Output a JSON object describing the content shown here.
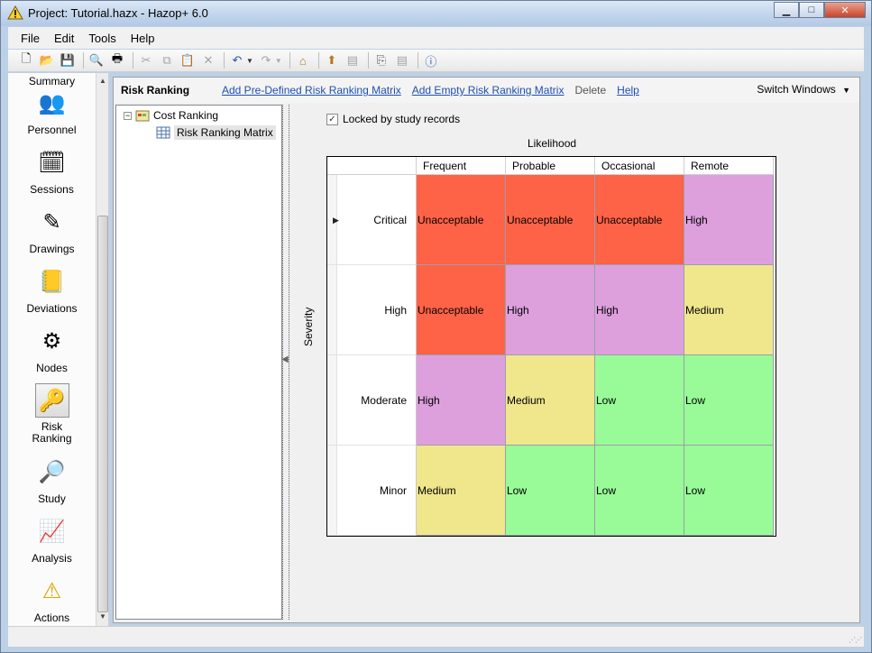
{
  "window": {
    "title": "Project: Tutorial.hazx - Hazop+ 6.0"
  },
  "menu": [
    "File",
    "Edit",
    "Tools",
    "Help"
  ],
  "toolbar": {
    "buttons": [
      "new-icon",
      "open-icon",
      "save-icon",
      "print-preview-icon",
      "print-icon",
      "cut-icon",
      "copy-icon",
      "paste-icon",
      "delete-icon",
      "undo-icon",
      "redo-icon",
      "import-icon",
      "export-icon",
      "export-disabled-icon",
      "report-icon",
      "report-disabled-icon",
      "help-icon"
    ]
  },
  "nav": {
    "items": [
      {
        "label": "Summary",
        "icon": "summary-icon"
      },
      {
        "label": "Personnel",
        "icon": "personnel-icon"
      },
      {
        "label": "Sessions",
        "icon": "sessions-icon"
      },
      {
        "label": "Drawings",
        "icon": "drawings-icon"
      },
      {
        "label": "Deviations",
        "icon": "deviations-icon"
      },
      {
        "label": "Nodes",
        "icon": "nodes-icon"
      },
      {
        "label": "Risk\nRanking",
        "icon": "risk-ranking-icon",
        "selected": true
      },
      {
        "label": "Study",
        "icon": "study-icon"
      },
      {
        "label": "Analysis",
        "icon": "analysis-icon"
      },
      {
        "label": "Actions",
        "icon": "actions-icon"
      }
    ]
  },
  "main": {
    "title": "Risk Ranking",
    "links": {
      "add_predefined": "Add Pre-Defined Risk Ranking Matrix",
      "add_empty": "Add Empty Risk Ranking Matrix",
      "delete": "Delete",
      "help": "Help"
    },
    "switch_windows": "Switch Windows"
  },
  "tree": {
    "root": "Cost Ranking",
    "child": "Risk Ranking Matrix"
  },
  "matrix": {
    "locked_label": "Locked by study records",
    "locked": true,
    "x_axis": "Likelihood",
    "y_axis": "Severity",
    "columns": [
      "Frequent",
      "Probable",
      "Occasional",
      "Remote"
    ],
    "rows": [
      {
        "label": "Critical",
        "cells": [
          "Unacceptable",
          "Unacceptable",
          "Unacceptable",
          "High"
        ]
      },
      {
        "label": "High",
        "cells": [
          "Unacceptable",
          "High",
          "High",
          "Medium"
        ]
      },
      {
        "label": "Moderate",
        "cells": [
          "High",
          "Medium",
          "Low",
          "Low"
        ]
      },
      {
        "label": "Minor",
        "cells": [
          "Medium",
          "Low",
          "Low",
          "Low"
        ]
      }
    ],
    "colors": {
      "Unacceptable": "#ff6347",
      "High": "#dda0dd",
      "Medium": "#f0e68c",
      "Low": "#98fb98"
    }
  }
}
